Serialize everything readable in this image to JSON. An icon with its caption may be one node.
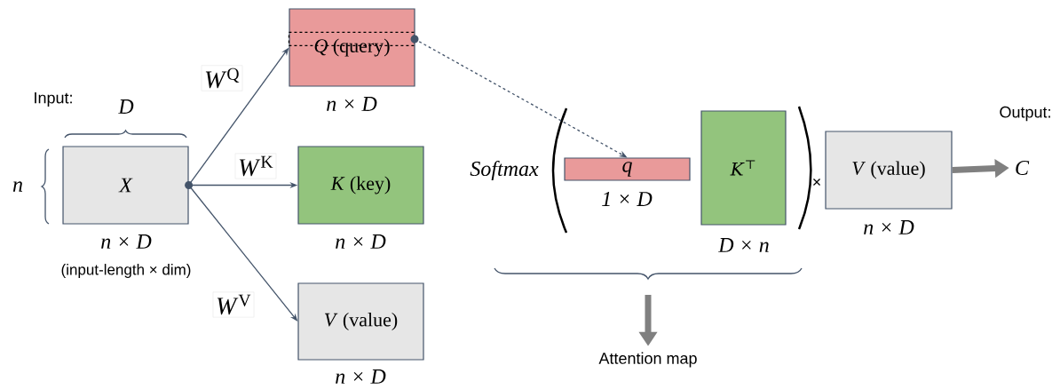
{
  "diagram": {
    "nodes": [
      {
        "text": [
          "X"
        ],
        "beside": [
          "n × D",
          "(input-length × dim)"
        ]
      },
      {
        "text": [
          "*Q* (query)"
        ],
        "beside": [
          "n × D"
        ]
      },
      {
        "text": [
          "*K* (key)"
        ],
        "beside": [
          "n × D"
        ]
      },
      {
        "text": [
          "*V* (value)"
        ],
        "beside": [
          "n × D"
        ]
      },
      {
        "text": [
          "q"
        ],
        "beside": [
          "1 × D"
        ]
      },
      {
        "text": [
          "*K*$^{⊤}$"
        ],
        "beside": [
          "D × n"
        ]
      },
      {
        "text": [
          "*V* (value)"
        ],
        "beside": [
          "n × D"
        ]
      },
      {
        "text": [
          "C"
        ]
      },
      {
        "text": [
          "Attention map"
        ]
      },
      {
        "text": [],
        "shape": "box",
        "in": 1
      }
    ],
    "edges": [
      {
        "from": 0,
        "to": 1,
        "arrow": "to",
        "label": "*W*$^{Q}$"
      },
      {
        "from": 0,
        "to": 2,
        "arrow": "to",
        "label": "*W*$^{K}$"
      },
      {
        "from": 0,
        "to": 3,
        "arrow": "to",
        "label": "*W*$^{V}$"
      },
      {
        "from": 9,
        "to": 4,
        "arrow": "to",
        "style": "dashed"
      },
      {
        "from": 6,
        "to": 7,
        "arrow": "to",
        "style": "thick",
        "color": "#808080"
      },
      {
        "from": null,
        "to": 8,
        "arrow": "to",
        "style": "thick",
        "color": "#808080"
      }
    ],
    "labels": [
      "Input:",
      "D",
      "n",
      "Softmax",
      "×",
      "Output:"
    ]
  }
}
